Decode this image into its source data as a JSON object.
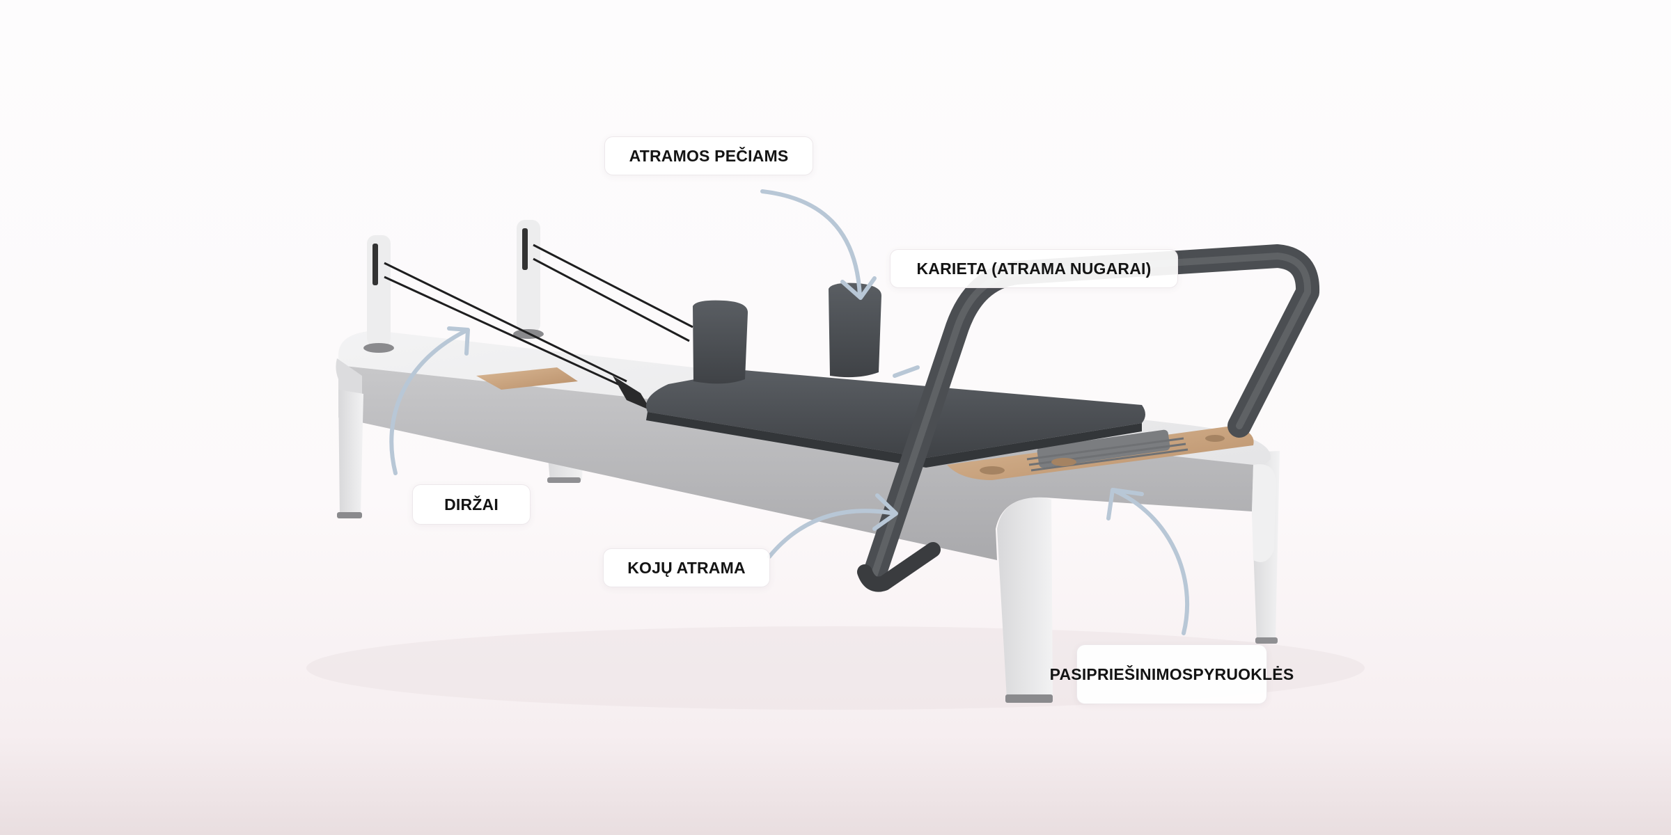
{
  "labels": {
    "shoulder_rests": "ATRAMOS PEČIAMS",
    "carriage": "KARIETA (ATRAMA NUGARAI)",
    "straps": "DIRŽAI",
    "footbar": "KOJŲ ATRAMA",
    "springs_line1": "PASIPRIEŠINIMO",
    "springs_line2": "SPYRUOKLĖS"
  },
  "colors": {
    "arrow": "#b8c7d6",
    "frame": "#e9e9ea",
    "frame_side": "#b6b6b8",
    "upholstery": "#4d5155",
    "wood": "#c9a583"
  }
}
